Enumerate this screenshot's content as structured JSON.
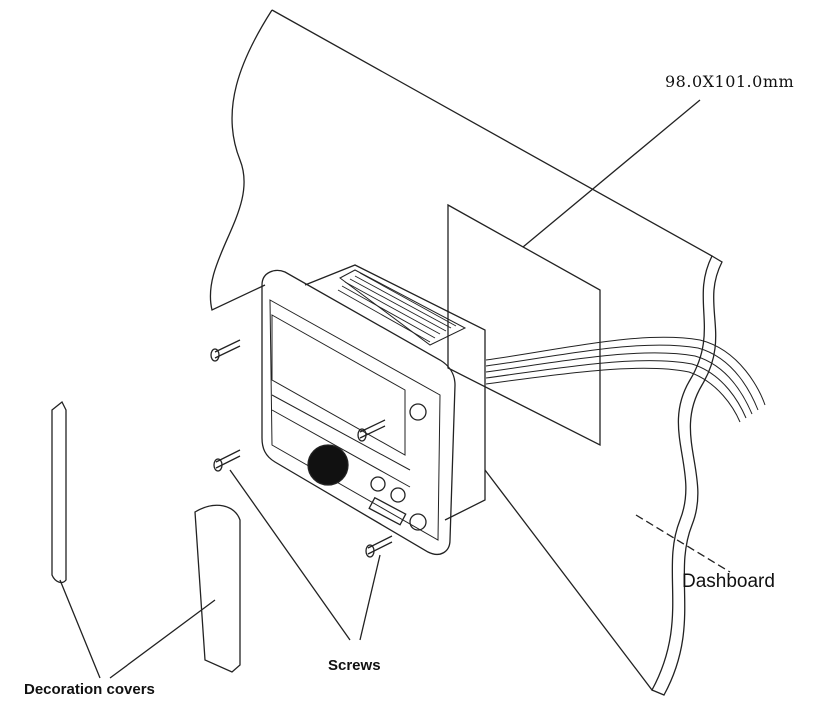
{
  "labels": {
    "dimension": "98.0X101.0mm",
    "dashboard": "Dashboard",
    "screws": "Screws",
    "decoration_covers": "Decoration covers"
  },
  "colors": {
    "line": "#222222",
    "fill_dark": "#111111"
  }
}
